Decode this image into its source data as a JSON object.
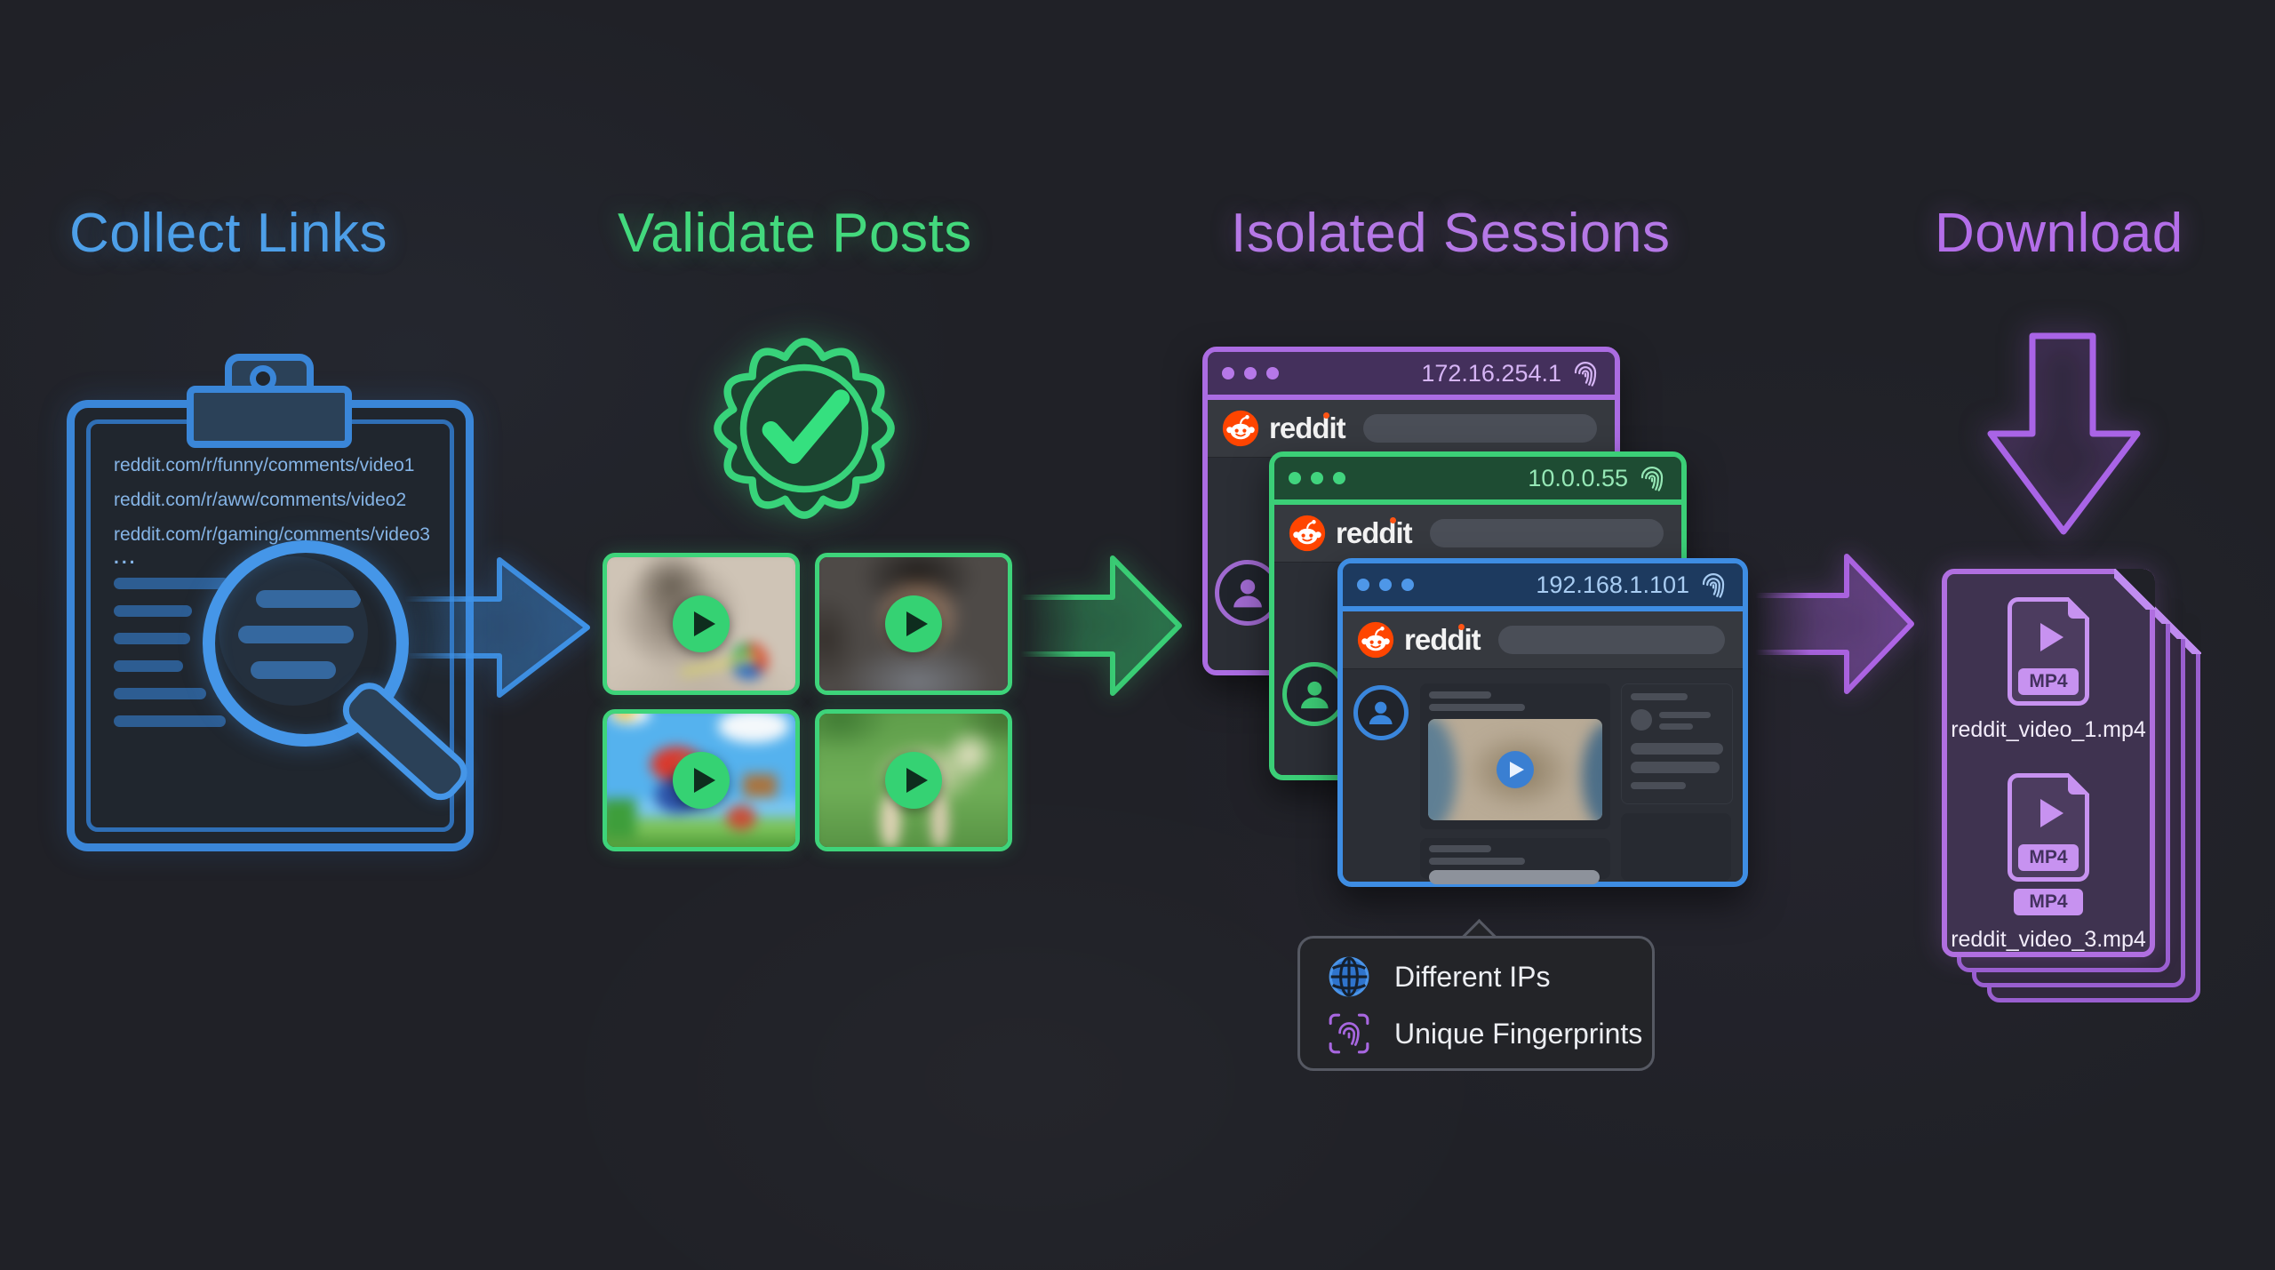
{
  "steps": {
    "collect": {
      "title": "Collect Links",
      "color": "#4d9fe8"
    },
    "validate": {
      "title": "Validate Posts",
      "color": "#43d97d"
    },
    "sessions": {
      "title": "Isolated Sessions",
      "color": "#b578e6"
    },
    "download": {
      "title": "Download",
      "color": "#b46ee9"
    }
  },
  "clipboard": {
    "links": [
      "reddit.com/r/funny/comments/video1",
      "reddit.com/r/aww/comments/video2",
      "reddit.com/r/gaming/comments/video3"
    ],
    "more": "..."
  },
  "browsers": [
    {
      "ip": "172.16.254.1",
      "site": "reddit",
      "accent": "#ab6ce2",
      "icon": "fingerprint-icon"
    },
    {
      "ip": "10.0.0.55",
      "site": "reddit",
      "accent": "#3bcf77",
      "icon": "fingerprint-icon"
    },
    {
      "ip": "192.168.1.101",
      "site": "reddit",
      "accent": "#3e8de3",
      "icon": "fingerprint-icon"
    }
  ],
  "callout": {
    "items": [
      {
        "icon": "globe-icon",
        "label": "Different IPs"
      },
      {
        "icon": "fingerprint-icon",
        "label": "Unique Fingerprints"
      }
    ]
  },
  "files": {
    "file1": {
      "badge": "MP4",
      "name": "reddit_video_1.mp4"
    },
    "file2": {
      "badge": "MP4",
      "badge_extra": "MP4",
      "name": "reddit_video_3.mp4"
    }
  },
  "colors": {
    "reddit_orange": "#ff4500",
    "background": "#202127"
  }
}
